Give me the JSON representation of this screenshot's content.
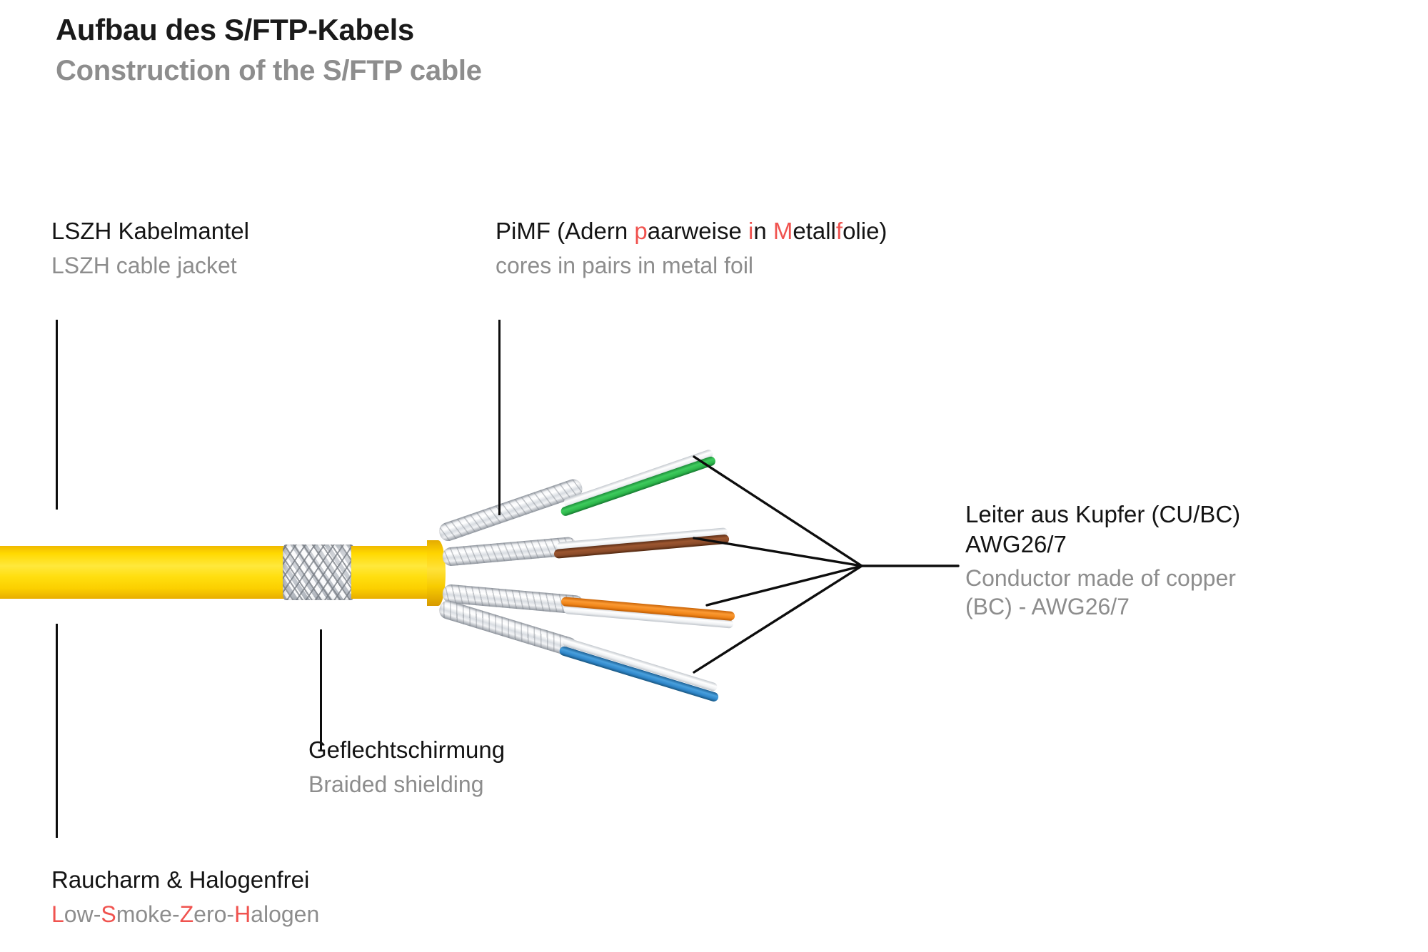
{
  "page": {
    "background_color": "#ffffff",
    "accent_red": "#f0534f",
    "text_dark": "#141414",
    "text_gray": "#8d8d8d",
    "jacket_color": "#ffd900"
  },
  "header": {
    "title_de": "Aufbau des S/FTP-Kabels",
    "title_en": "Construction of the S/FTP cable"
  },
  "callouts": {
    "jacket": {
      "de": "LSZH Kabelmantel",
      "en": "LSZH cable jacket"
    },
    "pimf": {
      "de_prefix": "PiMF (Adern ",
      "de_p": "p",
      "de_mid1": "aarweise ",
      "de_i": "i",
      "de_mid2": "n ",
      "de_m": "M",
      "de_mid3": "etall",
      "de_f": "f",
      "de_suffix": "olie)",
      "en": "cores in pairs in metal foil"
    },
    "conductor": {
      "de_line1": "Leiter aus Kupfer (CU/BC)",
      "de_line2": "AWG26/7",
      "en_line1": "Conductor made of copper",
      "en_line2": "(BC) - AWG26/7"
    },
    "braid": {
      "de": "Geflechtschirmung",
      "en": "Braided shielding"
    },
    "lszh": {
      "de": "Raucharm & Halogenfrei",
      "en_l": "L",
      "en_ow": "ow-",
      "en_s": "S",
      "en_moke": "moke-",
      "en_z": "Z",
      "en_ero": "ero-",
      "en_h": "H",
      "en_alogen": "alogen"
    }
  },
  "cable": {
    "pairs": [
      {
        "name": "green-pair",
        "color": "#2cb34a",
        "label": "green"
      },
      {
        "name": "brown-pair",
        "color": "#8a4b2a",
        "label": "brown"
      },
      {
        "name": "orange-pair",
        "color": "#f08519",
        "label": "orange"
      },
      {
        "name": "blue-pair",
        "color": "#2f86c9",
        "label": "blue"
      }
    ]
  }
}
